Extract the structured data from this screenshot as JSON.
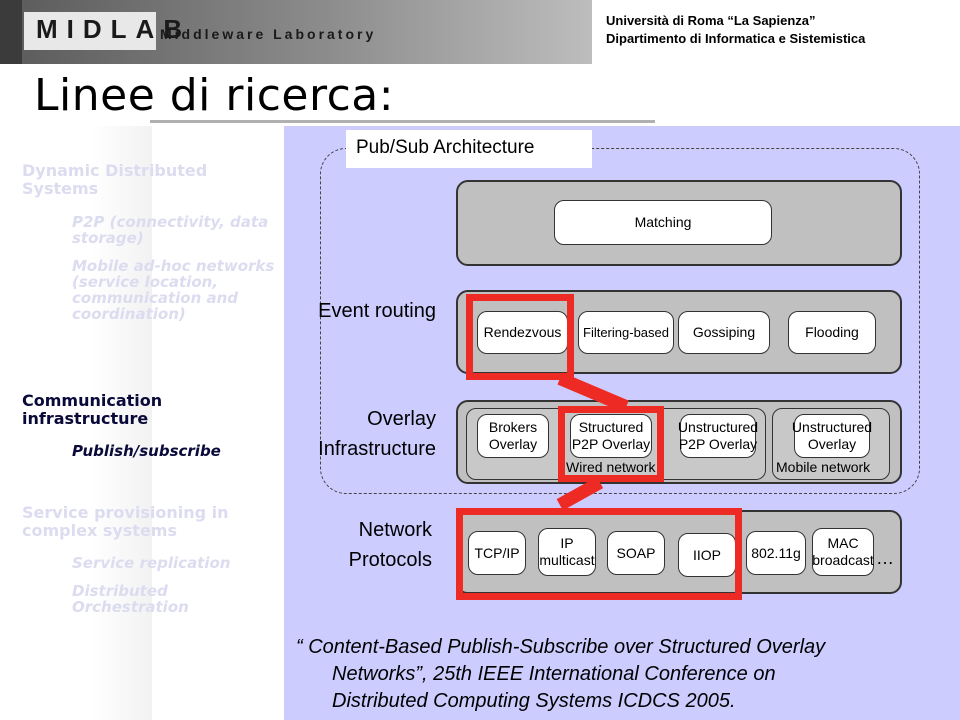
{
  "header": {
    "logo": "MIDLAB",
    "logo_sub": "Middleware Laboratory",
    "university_line1": "Università di Roma “La Sapienza”",
    "university_line2": "Dipartimento di Informatica e Sistemistica"
  },
  "title": "Linee di ricerca:",
  "sidebar": {
    "section1": "Dynamic Distributed Systems",
    "section1_items": [
      "P2P (connectivity, data storage)",
      "Mobile ad-hoc networks (service location, communication and coordination)"
    ],
    "section2": "Communication infrastructure",
    "section2_items": [
      "Publish/subscribe"
    ],
    "section3": "Service provisioning in complex systems",
    "section3_items": [
      "Service replication",
      "Distributed Orchestration"
    ]
  },
  "diagram": {
    "architecture_label": "Pub/Sub Architecture",
    "matching": "Matching",
    "event_routing_label": "Event routing",
    "event_routing_items": [
      "Rendezvous",
      "Filtering-based",
      "Gossiping",
      "Flooding"
    ],
    "overlay_label_line1": "Overlay",
    "overlay_label_line2": "Infrastructure",
    "overlay_items": [
      "Brokers Overlay",
      "Structured P2P Overlay",
      "Unstructured P2P Overlay",
      "Unstructured Overlay"
    ],
    "wired_network": "Wired network",
    "mobile_network": "Mobile network",
    "network_label_line1": "Network",
    "network_label_line2": "Protocols",
    "protocol_items": [
      "TCP/IP",
      "IP multicast",
      "SOAP",
      "IIOP",
      "802.11g",
      "MAC broadcast"
    ],
    "ellipsis": "…",
    "highlight_color": "#ee2a24",
    "panel_color": "#ccccff"
  },
  "citation": {
    "line1": "“ Content-Based Publish-Subscribe over Structured Overlay",
    "line2": "Networks”, 25th IEEE International Conference on",
    "line3": "Distributed Computing Systems ICDCS 2005."
  }
}
